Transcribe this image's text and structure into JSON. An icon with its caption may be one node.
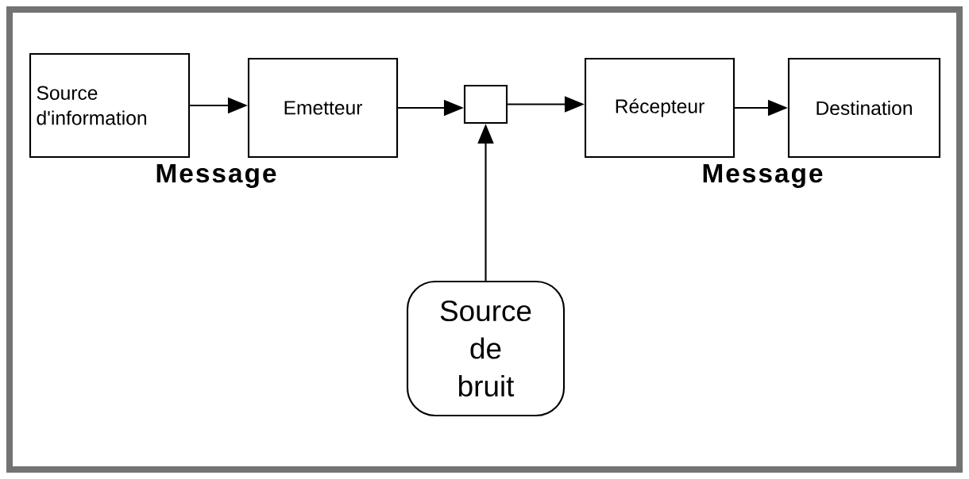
{
  "diagram": {
    "nodes": [
      {
        "text": [
          "Source d'information"
        ]
      },
      {
        "text": [
          "Emetteur"
        ]
      },
      {
        "text": [],
        "shape": "box"
      },
      {
        "text": [
          "Récepteur"
        ]
      },
      {
        "text": [
          "Destination"
        ]
      },
      {
        "text": [
          "Source de bruit"
        ]
      }
    ],
    "edges": [
      {
        "from": 0,
        "to": 1,
        "arrow": "to"
      },
      {
        "from": 1,
        "to": 2,
        "arrow": "to"
      },
      {
        "from": 2,
        "to": 3,
        "arrow": "to"
      },
      {
        "from": 3,
        "to": 4,
        "arrow": "to"
      },
      {
        "from": 5,
        "to": 2,
        "arrow": "to"
      }
    ],
    "labels": [
      "Message",
      "Message"
    ]
  }
}
